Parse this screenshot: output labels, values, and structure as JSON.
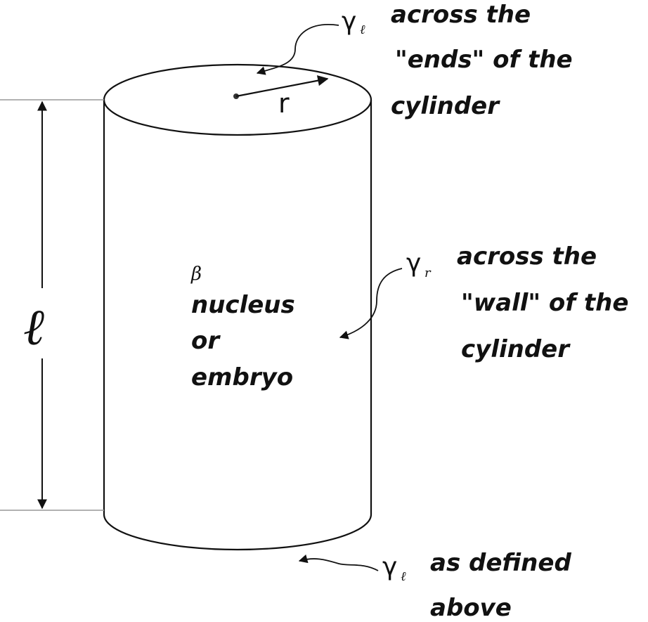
{
  "cylinder": {
    "radius_label": "r",
    "length_label": "ℓ",
    "inner": {
      "phase": "β",
      "line1": "nucleus",
      "line2": "or",
      "line3": "embryo"
    }
  },
  "annotations": {
    "ends": {
      "symbol": "γ",
      "subscript": "ℓ",
      "lines": [
        "across the",
        "\"ends\" of the",
        "cylinder"
      ]
    },
    "wall": {
      "symbol": "γ",
      "subscript": "r",
      "lines": [
        "across the",
        "\"wall\" of the",
        "cylinder"
      ]
    },
    "bottom": {
      "symbol": "γ",
      "subscript": "ℓ",
      "lines": [
        "as defined",
        "above"
      ]
    }
  }
}
